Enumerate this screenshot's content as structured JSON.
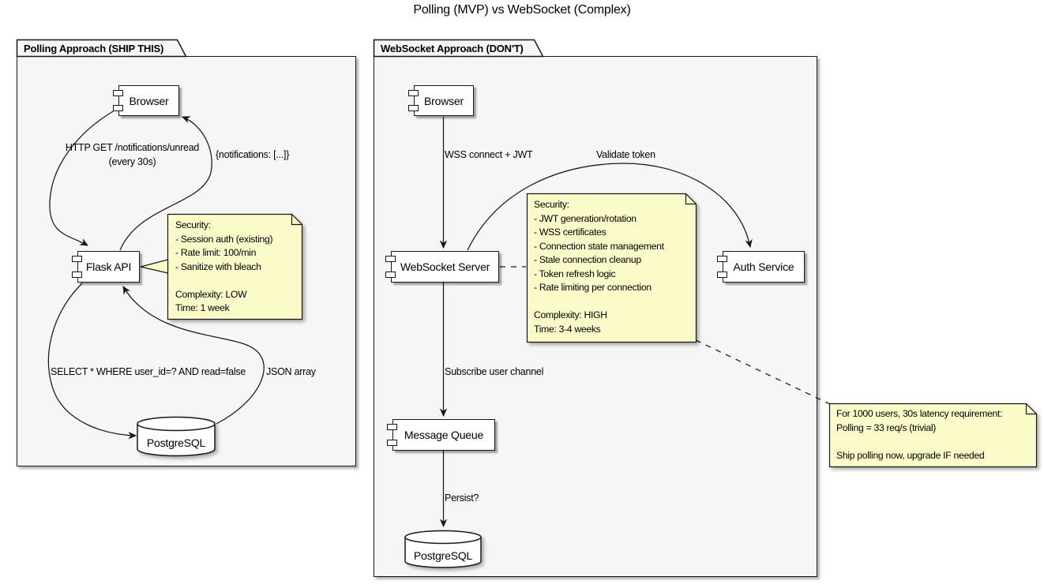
{
  "title": "Polling (MVP) vs WebSocket (Complex)",
  "colors": {
    "note_fill": "#FBFBC9",
    "package_fill": "#F6F6F6",
    "component_fill": "#FFFFFF",
    "line": "#181818"
  },
  "polling": {
    "package_title": "Polling Approach (SHIP THIS)",
    "browser_label": "Browser",
    "api_label": "Flask API",
    "db_label": "PostgreSQL",
    "edge_request_line1": "HTTP GET /notifications/unread",
    "edge_request_line2": "(every 30s)",
    "edge_response": "{notifications: [...]}",
    "edge_query": "SELECT * WHERE user_id=? AND read=false",
    "edge_result": "JSON array",
    "note": {
      "lines": [
        "Security:",
        "- Session auth (existing)",
        "- Rate limit: 100/min",
        "- Sanitize with bleach",
        "",
        "Complexity: LOW",
        "Time: 1 week"
      ]
    }
  },
  "websocket": {
    "package_title": "WebSocket Approach (DON'T)",
    "browser_label": "Browser",
    "server_label": "WebSocket Server",
    "auth_label": "Auth Service",
    "queue_label": "Message Queue",
    "db_label": "PostgreSQL",
    "edge_connect": "WSS connect + JWT",
    "edge_validate": "Validate token",
    "edge_subscribe": "Subscribe user channel",
    "edge_persist": "Persist?",
    "note": {
      "lines": [
        "Security:",
        "- JWT generation/rotation",
        "- WSS certificates",
        "- Connection state management",
        "- Stale connection cleanup",
        "- Token refresh logic",
        "- Rate limiting per connection",
        "",
        "Complexity: HIGH",
        "Time: 3-4 weeks"
      ]
    }
  },
  "summary_note": {
    "lines": [
      "For 1000 users, 30s latency requirement:",
      "Polling = 33 req/s (trivial)",
      "",
      "Ship polling now, upgrade IF needed"
    ]
  }
}
